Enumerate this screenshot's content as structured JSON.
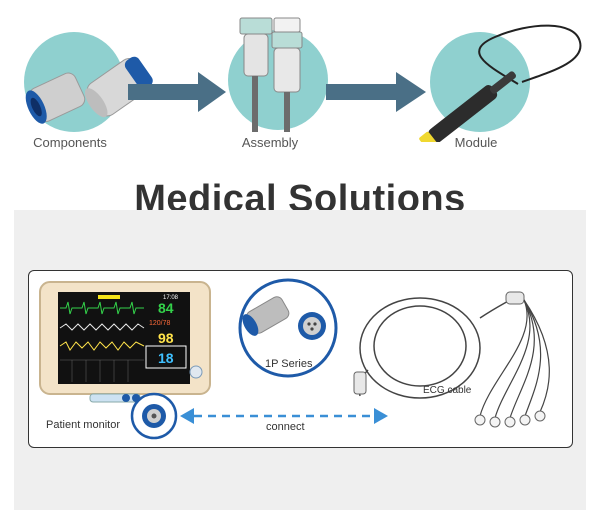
{
  "stages": [
    {
      "label": "Components"
    },
    {
      "label": "Assembly"
    },
    {
      "label": "Module"
    }
  ],
  "title": "Medical Solutions",
  "diagram": {
    "patient_monitor_label": "Patient monitor",
    "series_label": "1P Series",
    "connect_label": "connect",
    "ecg_label": "ECG cable",
    "monitor_readouts": {
      "time": "17:08",
      "hr": "84",
      "bp": "120/78",
      "spo2": "98",
      "resp": "18"
    }
  },
  "colors": {
    "teal": "#8fd0cf",
    "arrow": "#4a6f86",
    "connector_blue": "#1e5aa8",
    "dash_blue": "#3a8fd6"
  }
}
